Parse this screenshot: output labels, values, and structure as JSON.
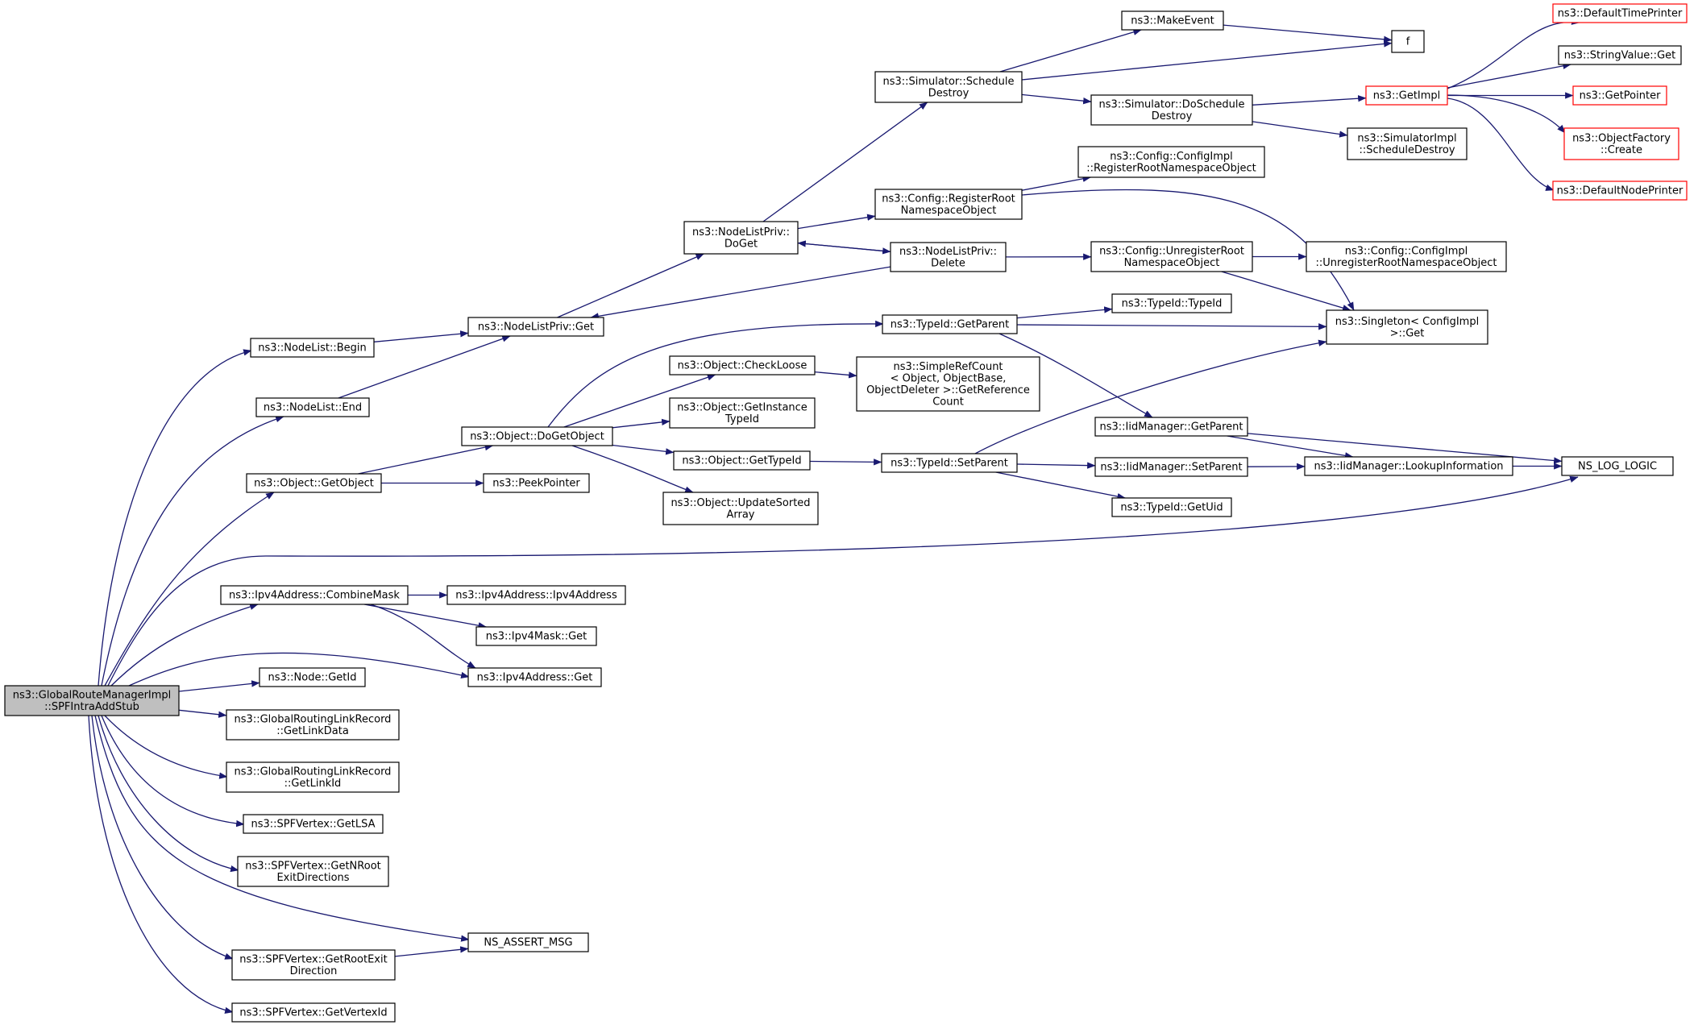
{
  "colors": {
    "edge": "#191970",
    "node_border": "#000000",
    "node_border_truncated": "#ff0000",
    "node_fill": "#ffffff",
    "root_fill": "#bfbfbf"
  },
  "nodes": [
    {
      "id": "root",
      "lines": [
        "ns3::GlobalRouteManagerImpl",
        "::SPFIntraAddStub"
      ],
      "style": "root"
    },
    {
      "id": "nodelist_begin",
      "lines": [
        "ns3::NodeList::Begin"
      ]
    },
    {
      "id": "nodelist_end",
      "lines": [
        "ns3::NodeList::End"
      ]
    },
    {
      "id": "object_getobject",
      "lines": [
        "ns3::Object::GetObject"
      ]
    },
    {
      "id": "ipv4address_combinemask",
      "lines": [
        "ns3::Ipv4Address::CombineMask"
      ]
    },
    {
      "id": "node_getid",
      "lines": [
        "ns3::Node::GetId"
      ]
    },
    {
      "id": "grlr_getlinkdata",
      "lines": [
        "ns3::GlobalRoutingLinkRecord",
        "::GetLinkData"
      ]
    },
    {
      "id": "grlr_getlinkid",
      "lines": [
        "ns3::GlobalRoutingLinkRecord",
        "::GetLinkId"
      ]
    },
    {
      "id": "spfvertex_getlsa",
      "lines": [
        "ns3::SPFVertex::GetLSA"
      ]
    },
    {
      "id": "spfvertex_getnroot",
      "lines": [
        "ns3::SPFVertex::GetNRoot",
        "ExitDirections"
      ]
    },
    {
      "id": "spfvertex_getrootexit",
      "lines": [
        "ns3::SPFVertex::GetRootExit",
        "Direction"
      ]
    },
    {
      "id": "spfvertex_getvertexid",
      "lines": [
        "ns3::SPFVertex::GetVertexId"
      ]
    },
    {
      "id": "nodelistpriv_get",
      "lines": [
        "ns3::NodeListPriv::Get"
      ]
    },
    {
      "id": "object_dogetobject",
      "lines": [
        "ns3::Object::DoGetObject"
      ]
    },
    {
      "id": "peekpointer",
      "lines": [
        "ns3::PeekPointer"
      ]
    },
    {
      "id": "ipv4address_ipv4address",
      "lines": [
        "ns3::Ipv4Address::Ipv4Address"
      ]
    },
    {
      "id": "ipv4mask_get",
      "lines": [
        "ns3::Ipv4Mask::Get"
      ]
    },
    {
      "id": "ipv4address_get",
      "lines": [
        "ns3::Ipv4Address::Get"
      ]
    },
    {
      "id": "ns_assert_msg",
      "lines": [
        "NS_ASSERT_MSG"
      ]
    },
    {
      "id": "nodelistpriv_doget",
      "lines": [
        "ns3::NodeListPriv::",
        "DoGet"
      ]
    },
    {
      "id": "object_checkloose",
      "lines": [
        "ns3::Object::CheckLoose"
      ]
    },
    {
      "id": "object_getinstancetypeid",
      "lines": [
        "ns3::Object::GetInstance",
        "TypeId"
      ]
    },
    {
      "id": "object_gettypeid",
      "lines": [
        "ns3::Object::GetTypeId"
      ]
    },
    {
      "id": "object_updatesortedarray",
      "lines": [
        "ns3::Object::UpdateSorted",
        "Array"
      ]
    },
    {
      "id": "simulator_scheduledestroy",
      "lines": [
        "ns3::Simulator::Schedule",
        "Destroy"
      ]
    },
    {
      "id": "config_registerroot",
      "lines": [
        "ns3::Config::RegisterRoot",
        "NamespaceObject"
      ]
    },
    {
      "id": "nodelistpriv_delete",
      "lines": [
        "ns3::NodeListPriv::",
        "Delete"
      ]
    },
    {
      "id": "typeid_getparent",
      "lines": [
        "ns3::TypeId::GetParent"
      ]
    },
    {
      "id": "simplerefcount",
      "lines": [
        "ns3::SimpleRefCount",
        "< Object, ObjectBase,",
        "ObjectDeleter >::GetReference",
        "Count"
      ]
    },
    {
      "id": "typeid_setparent",
      "lines": [
        "ns3::TypeId::SetParent"
      ]
    },
    {
      "id": "makeevent",
      "lines": [
        "ns3::MakeEvent"
      ]
    },
    {
      "id": "simulator_doscheduledestroy",
      "lines": [
        "ns3::Simulator::DoSchedule",
        "Destroy"
      ]
    },
    {
      "id": "configimpl_registerroot",
      "lines": [
        "ns3::Config::ConfigImpl",
        "::RegisterRootNamespaceObject"
      ]
    },
    {
      "id": "config_unregisterroot",
      "lines": [
        "ns3::Config::UnregisterRoot",
        "NamespaceObject"
      ]
    },
    {
      "id": "typeid_typeid",
      "lines": [
        "ns3::TypeId::TypeId"
      ]
    },
    {
      "id": "iidmanager_getparent",
      "lines": [
        "ns3::IidManager::GetParent"
      ]
    },
    {
      "id": "iidmanager_setparent",
      "lines": [
        "ns3::IidManager::SetParent"
      ]
    },
    {
      "id": "typeid_getuid",
      "lines": [
        "ns3::TypeId::GetUid"
      ]
    },
    {
      "id": "f",
      "lines": [
        "f"
      ]
    },
    {
      "id": "getimpl",
      "lines": [
        "ns3::GetImpl"
      ],
      "style": "truncated"
    },
    {
      "id": "simulatorimpl_scheduledestroy",
      "lines": [
        "ns3::SimulatorImpl",
        "::ScheduleDestroy"
      ]
    },
    {
      "id": "configimpl_unregisterroot",
      "lines": [
        "ns3::Config::ConfigImpl",
        "::UnregisterRootNamespaceObject"
      ]
    },
    {
      "id": "singleton_get",
      "lines": [
        "ns3::Singleton< ConfigImpl",
        " >::Get"
      ]
    },
    {
      "id": "iidmanager_lookupinformation",
      "lines": [
        "ns3::IidManager::LookupInformation"
      ]
    },
    {
      "id": "defaulttimeprinter",
      "lines": [
        "ns3::DefaultTimePrinter"
      ],
      "style": "truncated"
    },
    {
      "id": "stringvalue_get",
      "lines": [
        "ns3::StringValue::Get"
      ]
    },
    {
      "id": "getpointer",
      "lines": [
        "ns3::GetPointer"
      ],
      "style": "truncated"
    },
    {
      "id": "objectfactory_create",
      "lines": [
        "ns3::ObjectFactory",
        "::Create"
      ],
      "style": "truncated"
    },
    {
      "id": "defaultnodeprinter",
      "lines": [
        "ns3::DefaultNodePrinter"
      ],
      "style": "truncated"
    },
    {
      "id": "ns_log_logic",
      "lines": [
        "NS_LOG_LOGIC"
      ]
    }
  ],
  "edges": [
    [
      "root",
      "nodelist_begin"
    ],
    [
      "root",
      "nodelist_end"
    ],
    [
      "root",
      "object_getobject"
    ],
    [
      "root",
      "ns_log_logic"
    ],
    [
      "root",
      "ipv4address_combinemask"
    ],
    [
      "root",
      "ipv4address_get"
    ],
    [
      "root",
      "node_getid"
    ],
    [
      "root",
      "grlr_getlinkdata"
    ],
    [
      "root",
      "grlr_getlinkid"
    ],
    [
      "root",
      "spfvertex_getlsa"
    ],
    [
      "root",
      "spfvertex_getnroot"
    ],
    [
      "root",
      "ns_assert_msg"
    ],
    [
      "root",
      "spfvertex_getrootexit"
    ],
    [
      "root",
      "spfvertex_getvertexid"
    ],
    [
      "nodelist_begin",
      "nodelistpriv_get"
    ],
    [
      "nodelist_end",
      "nodelistpriv_get"
    ],
    [
      "nodelistpriv_get",
      "nodelistpriv_doget"
    ],
    [
      "nodelistpriv_doget",
      "simulator_scheduledestroy"
    ],
    [
      "nodelistpriv_doget",
      "config_registerroot"
    ],
    [
      "nodelistpriv_doget",
      "nodelistpriv_delete"
    ],
    [
      "nodelistpriv_delete",
      "nodelistpriv_doget"
    ],
    [
      "nodelistpriv_delete",
      "nodelistpriv_get"
    ],
    [
      "nodelistpriv_delete",
      "config_unregisterroot"
    ],
    [
      "simulator_scheduledestroy",
      "makeevent"
    ],
    [
      "simulator_scheduledestroy",
      "f"
    ],
    [
      "simulator_scheduledestroy",
      "simulator_doscheduledestroy"
    ],
    [
      "makeevent",
      "f"
    ],
    [
      "simulator_doscheduledestroy",
      "getimpl"
    ],
    [
      "simulator_doscheduledestroy",
      "simulatorimpl_scheduledestroy"
    ],
    [
      "getimpl",
      "defaulttimeprinter"
    ],
    [
      "getimpl",
      "stringvalue_get"
    ],
    [
      "getimpl",
      "getpointer"
    ],
    [
      "getimpl",
      "objectfactory_create"
    ],
    [
      "getimpl",
      "defaultnodeprinter"
    ],
    [
      "config_registerroot",
      "configimpl_registerroot"
    ],
    [
      "config_registerroot",
      "singleton_get"
    ],
    [
      "config_unregisterroot",
      "configimpl_unregisterroot"
    ],
    [
      "config_unregisterroot",
      "singleton_get"
    ],
    [
      "object_getobject",
      "object_dogetobject"
    ],
    [
      "object_getobject",
      "peekpointer"
    ],
    [
      "object_dogetobject",
      "typeid_getparent"
    ],
    [
      "object_dogetobject",
      "object_checkloose"
    ],
    [
      "object_dogetobject",
      "object_getinstancetypeid"
    ],
    [
      "object_dogetobject",
      "object_gettypeid"
    ],
    [
      "object_dogetobject",
      "object_updatesortedarray"
    ],
    [
      "object_checkloose",
      "simplerefcount"
    ],
    [
      "object_gettypeid",
      "typeid_setparent"
    ],
    [
      "typeid_getparent",
      "typeid_typeid"
    ],
    [
      "typeid_getparent",
      "singleton_get"
    ],
    [
      "typeid_getparent",
      "iidmanager_getparent"
    ],
    [
      "typeid_setparent",
      "singleton_get"
    ],
    [
      "typeid_setparent",
      "iidmanager_setparent"
    ],
    [
      "typeid_setparent",
      "typeid_getuid"
    ],
    [
      "iidmanager_getparent",
      "iidmanager_lookupinformation"
    ],
    [
      "iidmanager_getparent",
      "ns_log_logic"
    ],
    [
      "iidmanager_setparent",
      "iidmanager_lookupinformation"
    ],
    [
      "iidmanager_lookupinformation",
      "ns_log_logic"
    ],
    [
      "ipv4address_combinemask",
      "ipv4address_ipv4address"
    ],
    [
      "ipv4address_combinemask",
      "ipv4mask_get"
    ],
    [
      "ipv4address_combinemask",
      "ipv4address_get"
    ],
    [
      "spfvertex_getrootexit",
      "ns_assert_msg"
    ]
  ]
}
